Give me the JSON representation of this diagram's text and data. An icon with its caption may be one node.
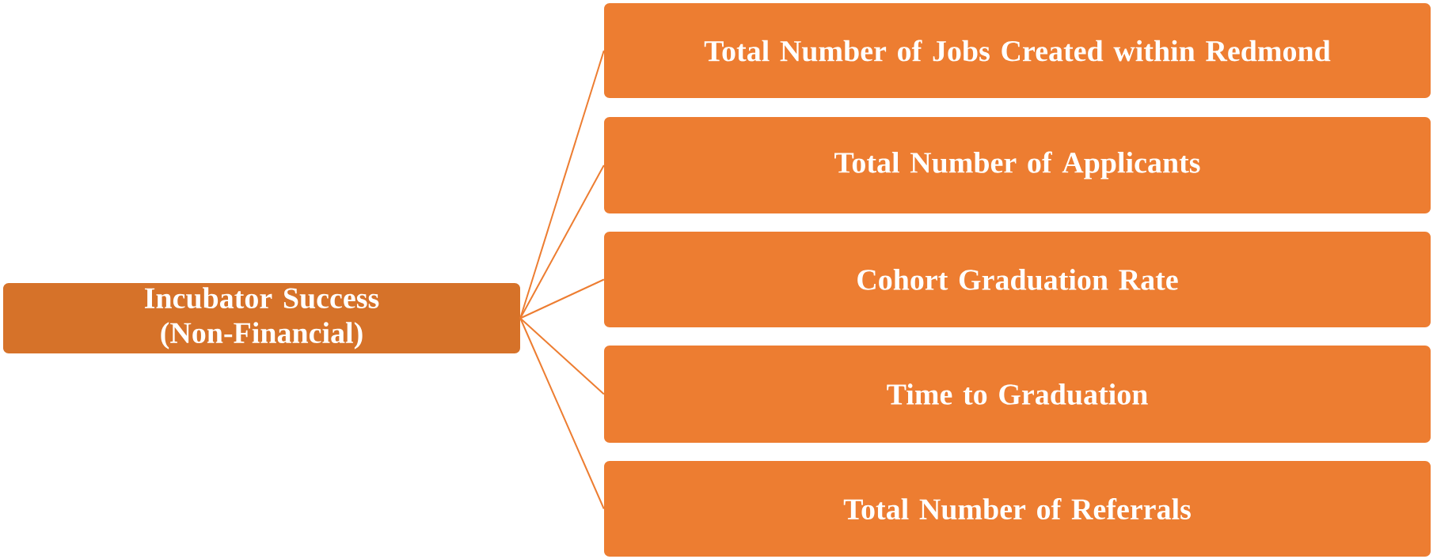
{
  "diagram": {
    "nodes": [
      {
        "text": [
          "Incubator Success (Non-Financial)"
        ]
      },
      {
        "text": [
          "Total Number of Jobs Created within Redmond"
        ]
      },
      {
        "text": [
          "Total Number of Applicants"
        ]
      },
      {
        "text": [
          "Cohort Graduation Rate"
        ]
      },
      {
        "text": [
          "Time to Graduation"
        ]
      },
      {
        "text": [
          "Total Number of Referrals"
        ]
      }
    ],
    "edges": [
      {
        "from": 0,
        "to": 1,
        "arrow": "none"
      },
      {
        "from": 0,
        "to": 2,
        "arrow": "none"
      },
      {
        "from": 0,
        "to": 3,
        "arrow": "none"
      },
      {
        "from": 0,
        "to": 4,
        "arrow": "none"
      },
      {
        "from": 0,
        "to": 5,
        "arrow": "none"
      }
    ]
  }
}
